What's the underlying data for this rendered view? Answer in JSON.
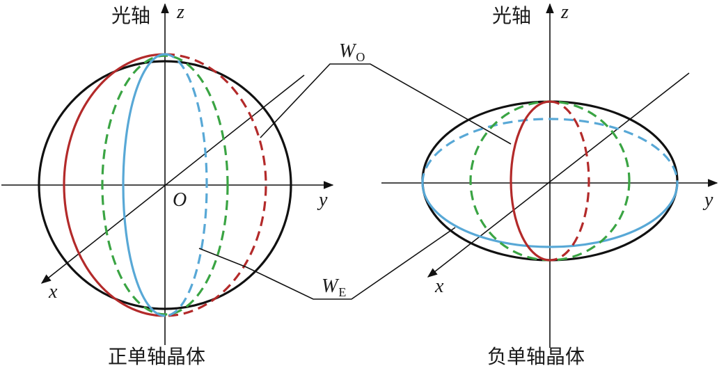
{
  "colors": {
    "outline": "#111111",
    "red": "#b32a2a",
    "green": "#3aa443",
    "blue": "#58a8d6",
    "axis": "#111111"
  },
  "labels": {
    "optic_axis": "光轴",
    "z": "z",
    "y": "y",
    "x": "x",
    "origin": "O",
    "w": "W",
    "wo_sub": "O",
    "we_sub": "E",
    "positive": "正单轴晶体",
    "negative": "负单轴晶体"
  }
}
